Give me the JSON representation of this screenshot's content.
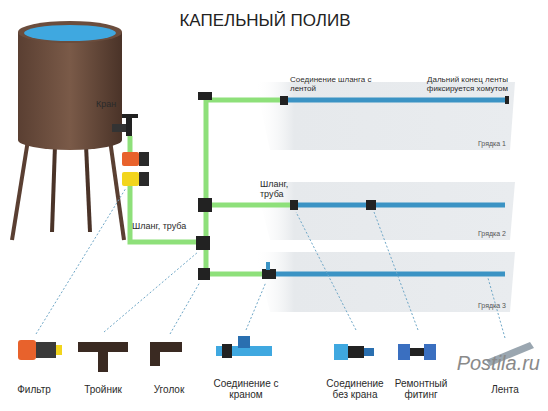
{
  "diagram": {
    "title": "КАПЕЛЬНЫЙ ПОЛИВ",
    "nodes": [
      {
        "text": [
          "Грядка 1"
        ]
      },
      {
        "text": [
          "Грядка 2"
        ]
      },
      {
        "text": [
          "Грядка 3"
        ]
      }
    ],
    "labels": [
      "Кран",
      "Шланг, труба",
      "Соединение шланга с лентой",
      "Дальний конец ленты фиксируется хомутом",
      "Шланг, труба",
      "Фильтр",
      "Тройник",
      "Уголок",
      "Соединение с краном",
      "Соединение без крана",
      "Ремонтный фитинг",
      "Лента",
      "Postila.ru"
    ]
  }
}
